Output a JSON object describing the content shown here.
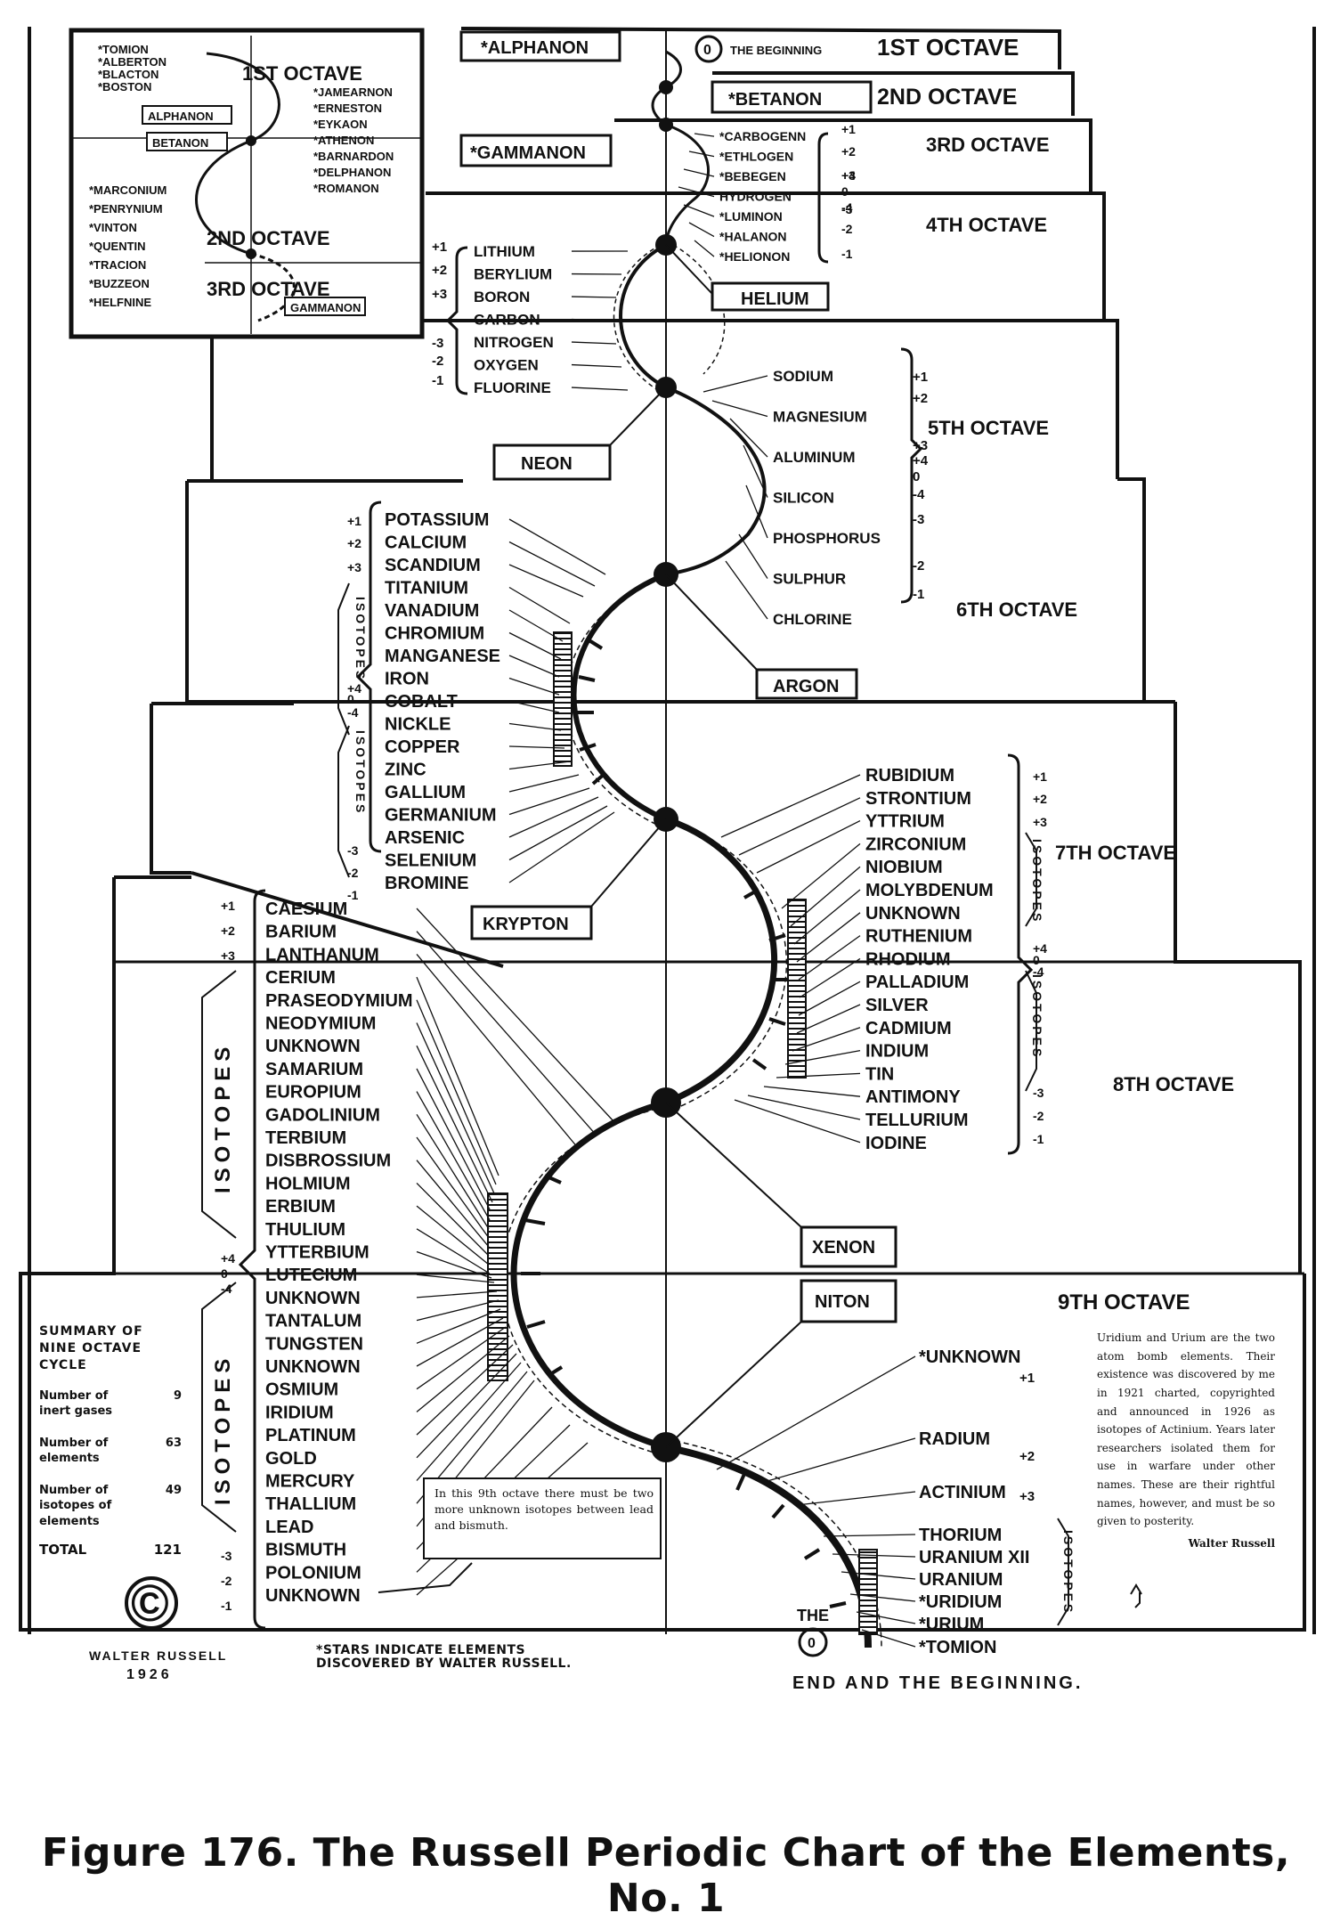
{
  "caption": "Figure 176. The Russell Periodic Chart of the Elements, No. 1",
  "top_boxes": {
    "alphanon": "*ALPHANON",
    "the_beginning": "THE BEGINNING",
    "octave1": "1ST OCTAVE",
    "betanon": "*BETANON",
    "octave2": "2ND OCTAVE",
    "gammanon": "*GAMMANON",
    "octave3": "3RD OCTAVE",
    "octave4": "4TH OCTAVE",
    "helium": "HELIUM",
    "neon": "NEON",
    "octave5": "5TH OCTAVE",
    "argon": "ARGON",
    "octave6": "6TH OCTAVE",
    "krypton": "KRYPTON",
    "octave7": "7TH OCTAVE",
    "xenon": "XENON",
    "niton": "NITON",
    "octave8": "8TH OCTAVE",
    "octave9": "9TH OCTAVE"
  },
  "inset": {
    "octave1": "1ST OCTAVE",
    "octave2": "2ND OCTAVE",
    "octave3": "3RD OCTAVE",
    "left_top": [
      "*TOMION",
      "*ALBERTON",
      "*BLACTON",
      "*BOSTON"
    ],
    "right_top": [
      "*JAMEARNON",
      "*ERNESTON",
      "*EYKAON",
      "*ATHENON",
      "*BARNARDON",
      "*DELPHANON",
      "*ROMANON"
    ],
    "boxes": [
      "ALPHANON",
      "BETANON",
      "GAMMANON"
    ],
    "left_mid": [
      "*MARCONIUM",
      "*PENRYNIUM",
      "*VINTON",
      "*QUENTIN",
      "*TRACION",
      "*BUZZEON",
      "*HELFNINE"
    ]
  },
  "oct3_4_elements": [
    "*CARBOGENN",
    "*ETHLOGEN",
    "*BEBEGEN",
    "HYDROGEN",
    "*LUMINON",
    "*HALANON",
    "*HELIONON"
  ],
  "oct3_4_signs": [
    "+1",
    "+2",
    "+3",
    "+4",
    "0",
    "-4",
    "-3",
    "-2",
    "-1"
  ],
  "oct4_elements": [
    "LITHIUM",
    "BERYLIUM",
    "BORON",
    "CARBON",
    "NITROGEN",
    "OXYGEN",
    "FLUORINE"
  ],
  "oct4_signs": [
    "+1",
    "+2",
    "+3",
    "-3",
    "-2",
    "-1"
  ],
  "oct5_elements": [
    "SODIUM",
    "MAGNESIUM",
    "ALUMINUM",
    "SILICON",
    "PHOSPHORUS",
    "SULPHUR",
    "CHLORINE"
  ],
  "oct5_signs": [
    "+1",
    "+2",
    "+3",
    "+4",
    "0",
    "-4",
    "-3",
    "-2",
    "-1"
  ],
  "oct6_elements": [
    "POTASSIUM",
    "CALCIUM",
    "SCANDIUM",
    "TITANIUM",
    "VANADIUM",
    "CHROMIUM",
    "MANGANESE",
    "IRON",
    "COBALT",
    "NICKLE",
    "COPPER",
    "ZINC",
    "GALLIUM",
    "GERMANIUM",
    "ARSENIC",
    "SELENIUM",
    "BROMINE"
  ],
  "oct6_signs": [
    "+1",
    "+2",
    "+3",
    "+4",
    "0",
    "-4",
    "-3",
    "-2",
    "-1"
  ],
  "oct7_elements": [
    "RUBIDIUM",
    "STRONTIUM",
    "YTTRIUM",
    "ZIRCONIUM",
    "NIOBIUM",
    "MOLYBDENUM",
    "UNKNOWN",
    "RUTHENIUM",
    "RHODIUM",
    "PALLADIUM",
    "SILVER",
    "CADMIUM",
    "INDIUM",
    "TIN",
    "ANTIMONY",
    "TELLURIUM",
    "IODINE"
  ],
  "oct7_signs": [
    "+1",
    "+2",
    "+3",
    "+4",
    "0",
    "-4",
    "-3",
    "-2",
    "-1"
  ],
  "oct8_elements": [
    "CAESIUM",
    "BARIUM",
    "LANTHANUM",
    "CERIUM",
    "PRASEODYMIUM",
    "NEODYMIUM",
    "UNKNOWN",
    "SAMARIUM",
    "EUROPIUM",
    "GADOLINIUM",
    "TERBIUM",
    "DISBROSSIUM",
    "HOLMIUM",
    "ERBIUM",
    "THULIUM",
    "YTTERBIUM",
    "LUTECIUM",
    "UNKNOWN",
    "TANTALUM",
    "TUNGSTEN",
    "UNKNOWN",
    "OSMIUM",
    "IRIDIUM",
    "PLATINUM",
    "GOLD",
    "MERCURY",
    "THALLIUM",
    "LEAD",
    "BISMUTH",
    "POLONIUM",
    "UNKNOWN"
  ],
  "oct8_signs": [
    "+1",
    "+2",
    "+3",
    "+4",
    "0",
    "-4",
    "-3",
    "-2",
    "-1"
  ],
  "oct9_elements": [
    "*UNKNOWN",
    "RADIUM",
    "ACTINIUM",
    "THORIUM",
    "URANIUM XII",
    "URANIUM",
    "*URIDIUM",
    "*URIUM",
    "*TOMION"
  ],
  "oct9_signs": [
    "+1",
    "+2",
    "+3"
  ],
  "isotopes_label": "ISOTOPES",
  "summary": {
    "title": "SUMMARY OF NINE OCTAVE CYCLE",
    "rows": [
      {
        "label": "Number of inert gases",
        "value": "9"
      },
      {
        "label": "Number of elements",
        "value": "63"
      },
      {
        "label": "Number of isotopes of elements",
        "value": "49"
      },
      {
        "label": "TOTAL",
        "value": "121"
      }
    ]
  },
  "note_bottom": "In this 9th octave there must be two more unknown isotopes between lead and bismuth.",
  "note_right": "Uridium and Urium are the two atom bomb elements. Their existence was discovered by me in 1921 charted, copyrighted and announced in 1926 as isotopes of Actinium. Years later researchers isolated them for use in warfare under other names. These are their rightful names, however, and must be so given to posterity.",
  "note_right_sign": "Walter Russell",
  "copyright_name": "WALTER RUSSELL",
  "copyright_year": "1926",
  "copyright_symbol": "©",
  "stars_note": "*STARS INDICATE ELEMENTS DISCOVERED BY WALTER RUSSELL.",
  "end_the": "THE",
  "end_zero": "0",
  "end_text": "END AND THE BEGINNING."
}
